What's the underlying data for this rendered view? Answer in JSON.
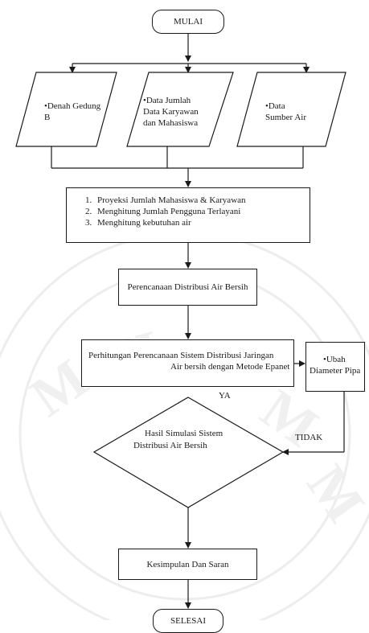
{
  "start": {
    "label": "MULAI"
  },
  "inputs": [
    {
      "lines": [
        "•Denah Gedung",
        "B"
      ]
    },
    {
      "lines": [
        "•Data Jumlah",
        "Data Karyawan",
        "dan Mahasiswa"
      ]
    },
    {
      "lines": [
        "•Data",
        "Sumber Air"
      ]
    }
  ],
  "process_steps": [
    "Proyeksi Jumlah Mahasiswa & Karyawan",
    "Menghitung Jumlah Pengguna Terlayani",
    "Menghitung kebutuhan air"
  ],
  "planning": {
    "label": "Perencanaan Distribusi Air Bersih"
  },
  "calculation": {
    "line1": "Perhitungan Perencanaan Sistem Distribusi Jaringan",
    "line2": "Air bersih dengan Metode Epanet"
  },
  "change_pipe": {
    "line1": "•Ubah",
    "line2": "Diameter Pipa"
  },
  "decision": {
    "line1": "Hasil Simulasi Sistem",
    "line2": "Distribusi Air Bersih",
    "yes_label": "YA",
    "no_label": "TIDAK"
  },
  "conclusion": {
    "label": "Kesimpulan Dan Saran"
  },
  "end": {
    "label": "SELESAI"
  },
  "colors": {
    "stroke": "#1a1a1a",
    "watermark": "#ededed"
  }
}
